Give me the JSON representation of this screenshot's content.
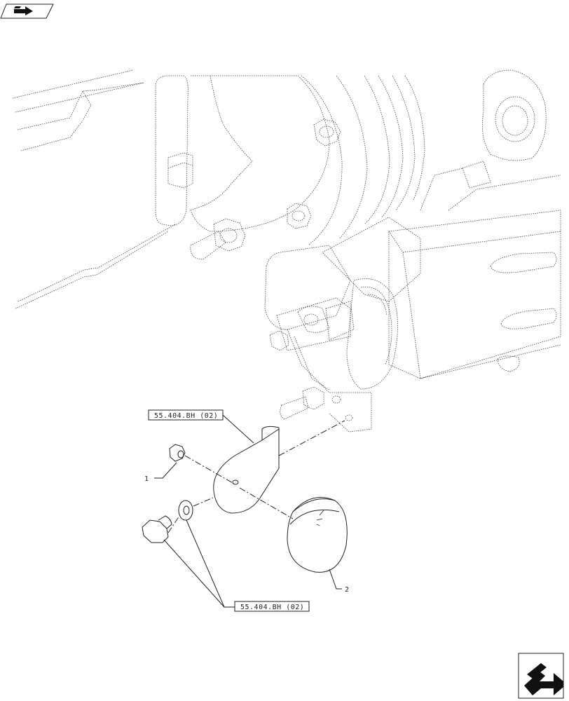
{
  "callouts": {
    "ref_top": "55.404.BH (02)",
    "ref_bottom": "55.404.BH (02)",
    "item_1": "1",
    "item_2": "2"
  },
  "icons": {
    "top_left": "book-arrow-icon",
    "bottom_right": "next-page-arrow-icon"
  }
}
